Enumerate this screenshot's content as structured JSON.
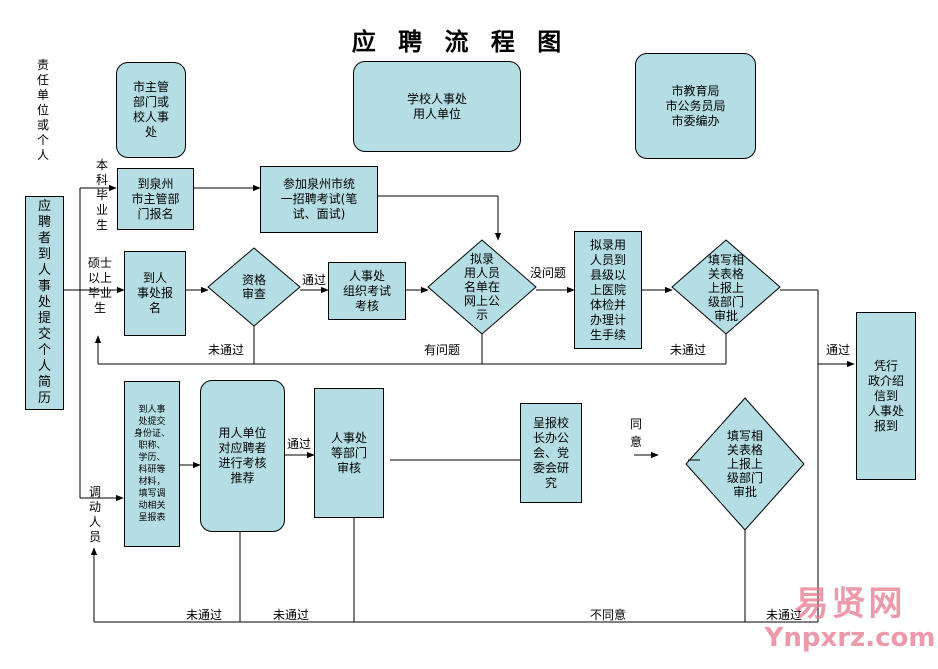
{
  "title": "应 聘 流 程 图",
  "responsible_header": "责任单位或个人",
  "headers": {
    "city_dept": "市主管\n部门或\n校人事\n处",
    "school": "学校人事处\n用人单位",
    "edu_bureau": "市教育局\n市公务员局\n市委编办"
  },
  "nodes": {
    "applicant": "应聘者到人事处提交个人简历",
    "register_city": "到泉州\n市主管部\n门报名",
    "unified_exam": "参加泉州市统\n一招聘考试(笔\n试、面试)",
    "register_hr": "到人\n事处报\n名",
    "qualification": "资格\n审查",
    "hr_exam": "人事处\n组织考试\n考核",
    "publicize": "拟录\n用人员\n名单在\n网上公\n示",
    "physical_exam": "拟录用\n人员到\n县级以\n上医院\n体检并\n办理计\n生手续",
    "report_upper": "填写相\n关表格\n上报上\n级部门\n审批",
    "intro_letter": "凭行\n政介绍\n信到\n人事处\n报到",
    "transfer_materials": "到人事\n处提交\n身份证、\n职称、\n学历、\n科研等\n材料，\n填写调\n动相关\n呈报表",
    "unit_review": "用人单位\n对应聘者\n进行考核\n推荐",
    "hr_dept_review": "人事处\n等部门\n审核",
    "leaders_meeting": "呈报校\n长办公\n会、党\n委会研\n究",
    "report_upper_2": "填写相\n关表格\n上报上\n级部门\n审批"
  },
  "branch_labels": {
    "bachelor": "本科毕业生",
    "master": "硕士以上毕业生",
    "transfer": "调动人员"
  },
  "edge_labels": {
    "pass_1": "通过",
    "no_problem": "没问题",
    "not_pass_1": "未通过",
    "has_problem": "有问题",
    "not_pass_2": "未通过",
    "pass_2": "通过",
    "pass_3": "通过",
    "agree": "同\n意",
    "not_pass_3": "未通过",
    "not_pass_4": "未通过",
    "disagree": "不同意",
    "not_pass_5": "未通过"
  },
  "watermark": {
    "text": "易贤网",
    "url": "Ynpxrz.com"
  },
  "colors": {
    "box_fill": "#b4dee3",
    "line": "#000000",
    "watermark": "#e6788c"
  }
}
